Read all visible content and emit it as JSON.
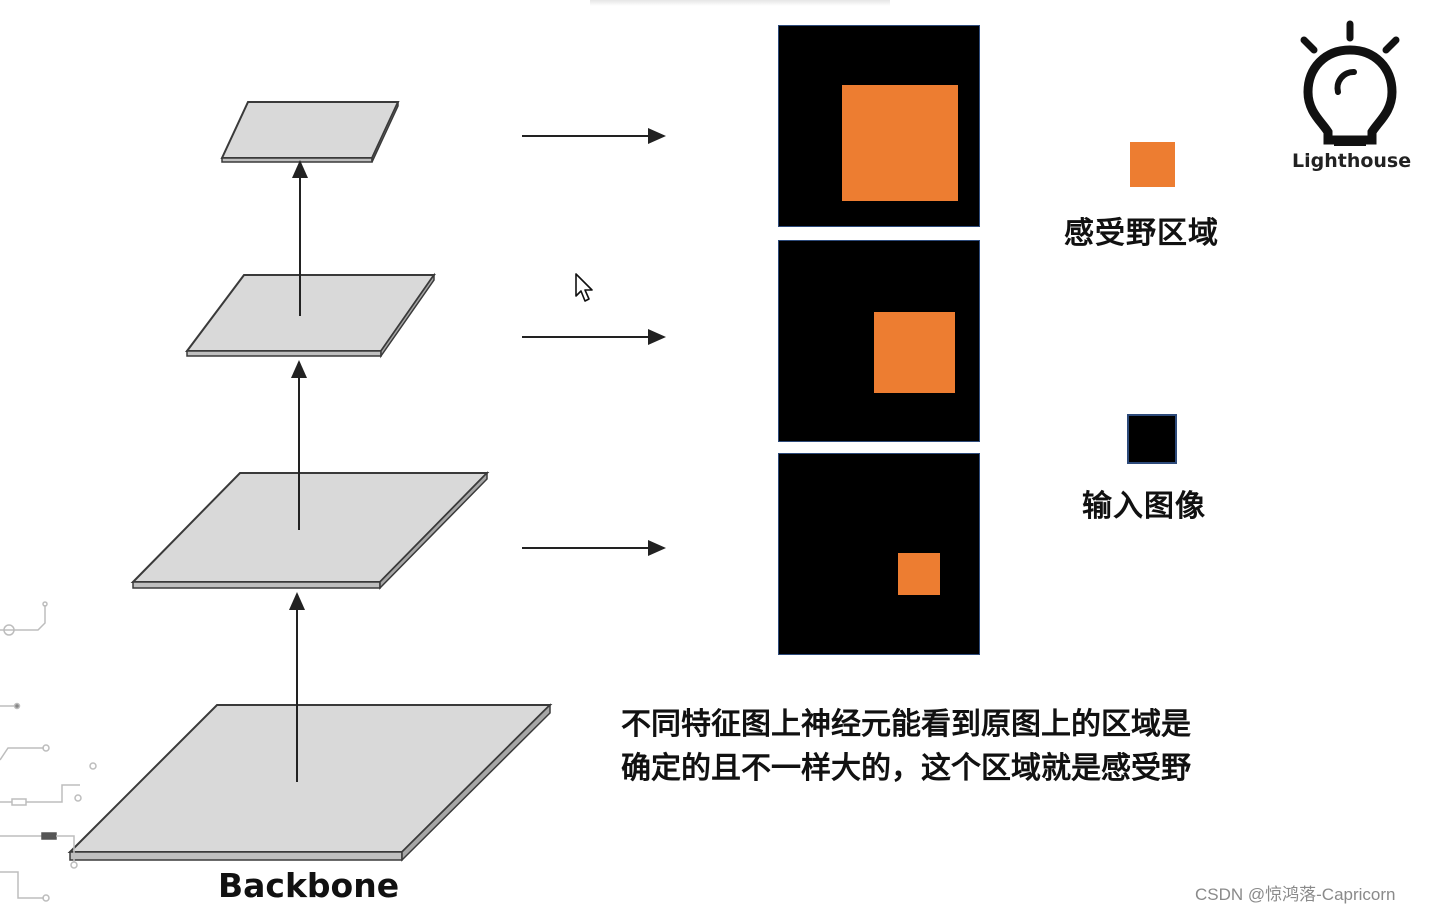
{
  "colors": {
    "orange": "#ed7d31",
    "box_black": "#000000",
    "plane_fill": "#d9d9d9",
    "plane_edge": "#3a3a3a",
    "arrow": "#222222"
  },
  "diagram": {
    "backbone_label": "Backbone",
    "feature_levels": 4,
    "receptive_field_fractions": [
      0.58,
      0.4,
      0.2
    ]
  },
  "legend": {
    "receptive_field_label": "感受野区域",
    "input_image_label": "输入图像"
  },
  "caption": {
    "line1": "不同特征图上神经元能看到原图上的区域是",
    "line2": "确定的且不一样大的，这个区域就是感受野"
  },
  "logo": {
    "icon": "lightbulb-icon",
    "text": "Lighthouse"
  },
  "watermark": "CSDN @惊鸿落-Capricorn",
  "cursor_icon": "mouse-pointer-icon"
}
